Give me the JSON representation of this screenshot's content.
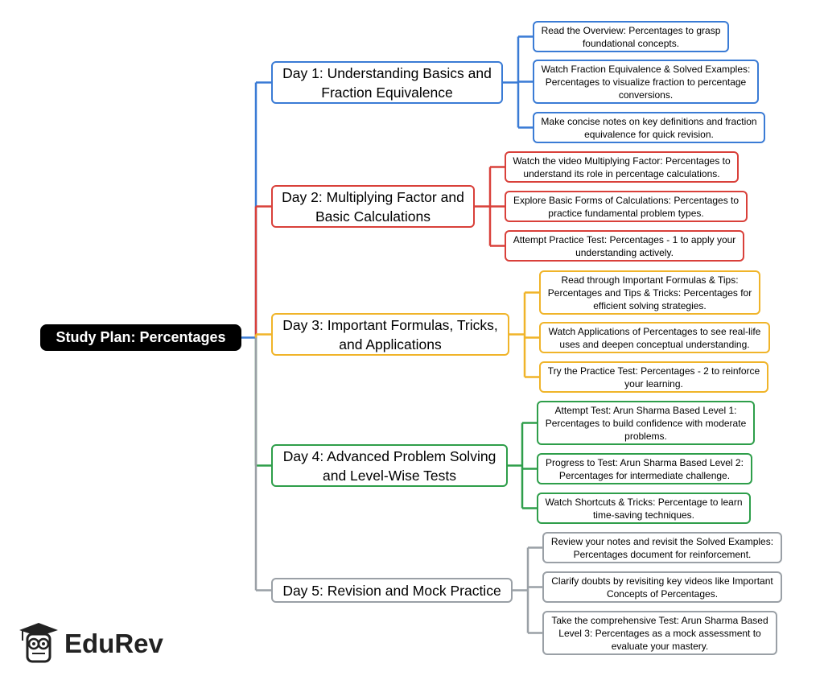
{
  "root": {
    "label": "Study Plan: Percentages"
  },
  "branches": [
    {
      "title": "Day 1: Understanding Basics and Fraction Equivalence",
      "color": "#3a7bd5",
      "tasks": [
        "Read the Overview: Percentages to grasp foundational concepts.",
        "Watch Fraction Equivalence & Solved Examples: Percentages to visualize fraction to percentage conversions.",
        "Make concise notes on key definitions and fraction equivalence for quick revision."
      ]
    },
    {
      "title": "Day 2: Multiplying Factor and Basic Calculations",
      "color": "#d9403a",
      "tasks": [
        "Watch the video Multiplying Factor: Percentages to understand its role in percentage calculations.",
        "Explore Basic Forms of Calculations: Percentages to practice fundamental problem types.",
        "Attempt Practice Test: Percentages - 1 to apply your understanding actively."
      ]
    },
    {
      "title": "Day 3: Important Formulas, Tricks, and Applications",
      "color": "#f0b429",
      "tasks": [
        "Read through Important Formulas & Tips: Percentages and Tips & Tricks: Percentages for efficient solving strategies.",
        "Watch Applications of Percentages to see real-life uses and deepen conceptual understanding.",
        "Try the Practice Test: Percentages - 2 to reinforce your learning."
      ]
    },
    {
      "title": "Day 4: Advanced Problem Solving and Level-Wise Tests",
      "color": "#2e9e4a",
      "tasks": [
        "Attempt Test: Arun Sharma Based Level 1: Percentages to build confidence with moderate problems.",
        "Progress to Test: Arun Sharma Based Level 2: Percentages for intermediate challenge.",
        "Watch Shortcuts & Tricks: Percentage to learn time-saving techniques."
      ]
    },
    {
      "title": "Day 5: Revision and Mock Practice",
      "color": "#9aa0a6",
      "tasks": [
        "Review your notes and revisit the Solved Examples: Percentages document for reinforcement.",
        "Clarify doubts by revisiting key videos like Important Concepts of Percentages.",
        "Take the comprehensive Test: Arun Sharma Based Level 3: Percentages as a mock assessment to evaluate your mastery."
      ]
    }
  ],
  "branding": {
    "logo_text": "EduRev",
    "logo_icon": "graduate-owl-icon"
  }
}
